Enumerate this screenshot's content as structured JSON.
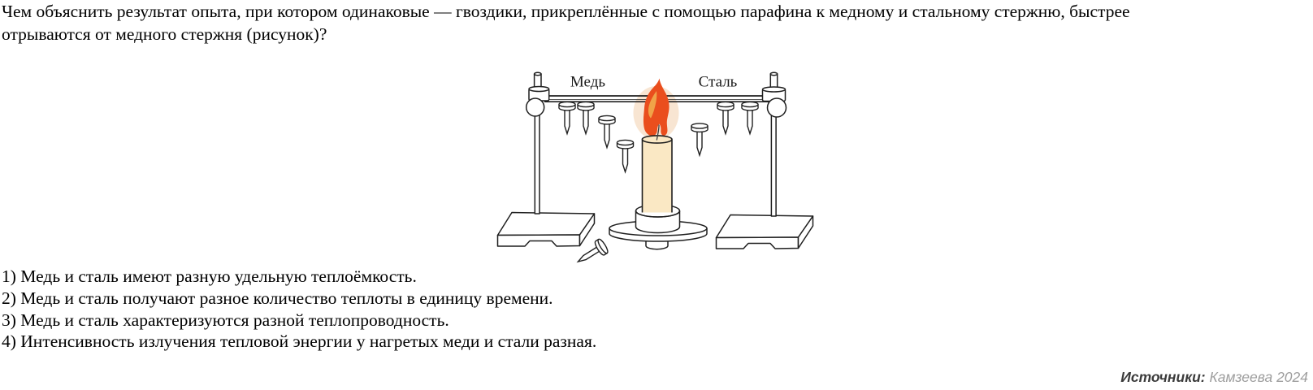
{
  "question": {
    "line1": "Чем объяснить результат опыта, при котором одинаковые — гвоздики, прикреплённые с помощью парафина к медному и стальному стержню, быстрее",
    "line2": "отрываются от медного стержня (рисунок)?"
  },
  "figure": {
    "label_left": "Медь",
    "label_right": "Сталь",
    "colors": {
      "flame": "#EA4E1D",
      "flame_inner": "#F0A348",
      "glow": "#F8E5D2",
      "candle": "#FAE8C4",
      "outline": "#1f1f1f"
    }
  },
  "options": [
    "1) Медь и сталь имеют разную удельную теплоёмкость.",
    "2) Медь и сталь получают разное количество теплоты в единицу времени.",
    "3) Медь и сталь характеризуются разной теплопроводность.",
    "4) Интенсивность излучения тепловой энергии у нагретых меди и стали разная."
  ],
  "source": {
    "label": "Источники:",
    "value": "Камзеева 2024"
  }
}
